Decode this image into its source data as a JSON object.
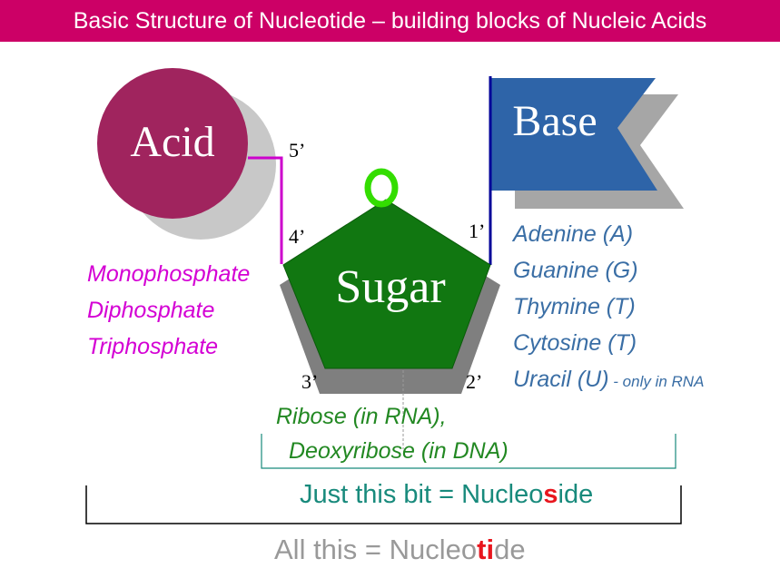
{
  "title": "Basic Structure of Nucleotide – building blocks of Nucleic Acids",
  "acid_label": "Acid",
  "base_label": "Base",
  "sugar_label": "Sugar",
  "ring_oxygen": "O",
  "carbon_labels": {
    "c1": "1’",
    "c2": "2’",
    "c3": "3’",
    "c4": "4’",
    "c5": "5’"
  },
  "phosphates": [
    "Monophosphate",
    "Diphosphate",
    "Triphosphate"
  ],
  "bases": [
    {
      "text": "Adenine (A)",
      "note": ""
    },
    {
      "text": "Guanine (G)",
      "note": ""
    },
    {
      "text": "Thymine (T)",
      "note": ""
    },
    {
      "text": "Cytosine (T)",
      "note": ""
    },
    {
      "text": "Uracil (U)",
      "note": " - only in RNA"
    }
  ],
  "sugars": [
    "Ribose (in RNA),",
    "Deoxyribose (in DNA)"
  ],
  "nucleoside": {
    "prefix": "Just this bit = Nucleo",
    "highlight": "s",
    "suffix": "ide"
  },
  "nucleotide": {
    "prefix": "All this = Nucleo",
    "highlight": "ti",
    "suffix": "de"
  },
  "colors": {
    "title_bg": "#cc0066",
    "acid": "#a0245e",
    "base": "#2e64a8",
    "sugar": "#117711",
    "oxygen": "#33dd00",
    "phosphate_text": "#d400d4",
    "base_text": "#3a6ea5",
    "sugar_text": "#228822",
    "nucleoside_text": "#188a7c",
    "nucleotide_text": "#999999",
    "highlight": "#e8161e"
  }
}
